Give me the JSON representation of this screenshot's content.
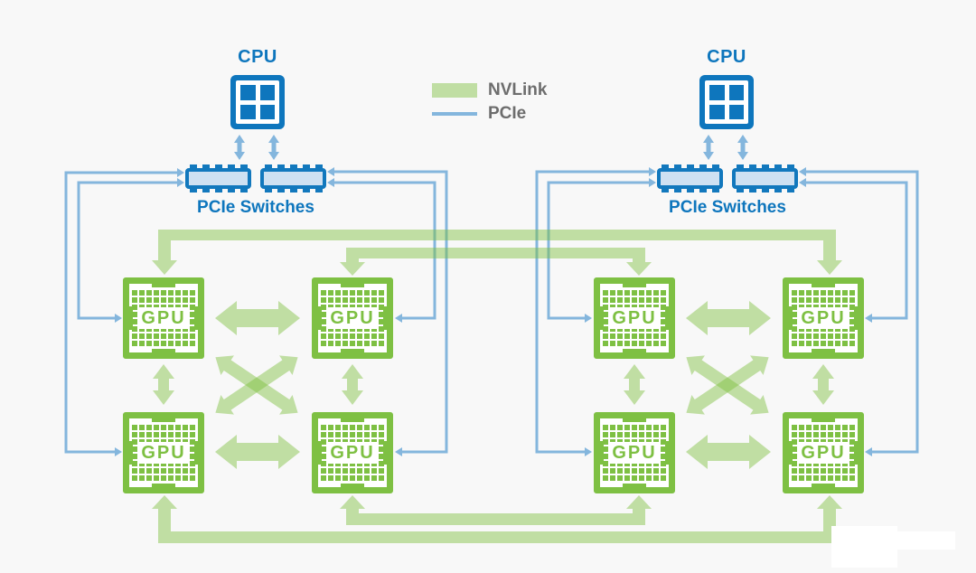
{
  "legend": {
    "items": [
      {
        "label": "NVLink",
        "swatch_color": "#c0de9f",
        "style": "thick-bar"
      },
      {
        "label": "PCIe",
        "swatch_color": "#84b6dd",
        "style": "thin-line"
      }
    ]
  },
  "nodes": {
    "cpu_label": "CPU",
    "gpu_label": "GPU",
    "pcie_switches_label": "PCIe Switches",
    "cpu_count": 2,
    "gpu_count": 8,
    "pcie_switch_count": 4
  },
  "topology": {
    "groups": [
      {
        "name": "left",
        "cpu": "CPU",
        "pcie_switches": 2,
        "gpus": [
          "GPU",
          "GPU",
          "GPU",
          "GPU"
        ]
      },
      {
        "name": "right",
        "cpu": "CPU",
        "pcie_switches": 2,
        "gpus": [
          "GPU",
          "GPU",
          "GPU",
          "GPU"
        ]
      }
    ],
    "nvlink_links": [
      "within each quad: horizontal, vertical and diagonal GPU-to-GPU double arrows",
      "cross-quad top: left top-left GPU to right top-right GPU",
      "cross-quad top: left top-right GPU to right top-left GPU",
      "cross-quad bottom: left bottom-right GPU to right bottom-left GPU",
      "cross-quad bottom: left bottom-left GPU to right bottom-right GPU"
    ],
    "pcie_links": [
      "each CPU to its PCIe switch pair (two bidirectional arrows)",
      "each PCIe switch pair to all four GPUs of its quad (L-shaped routes)"
    ]
  },
  "colors": {
    "background": "#f8f8f8",
    "nvlink_green": "#76b900",
    "chip_green": "#7ec043",
    "cpu_blue": "#0e76bd",
    "switch_fill": "#cfe1f2",
    "pcie_line_blue": "#84b6dd",
    "legend_text_gray": "#6d6d6d"
  }
}
